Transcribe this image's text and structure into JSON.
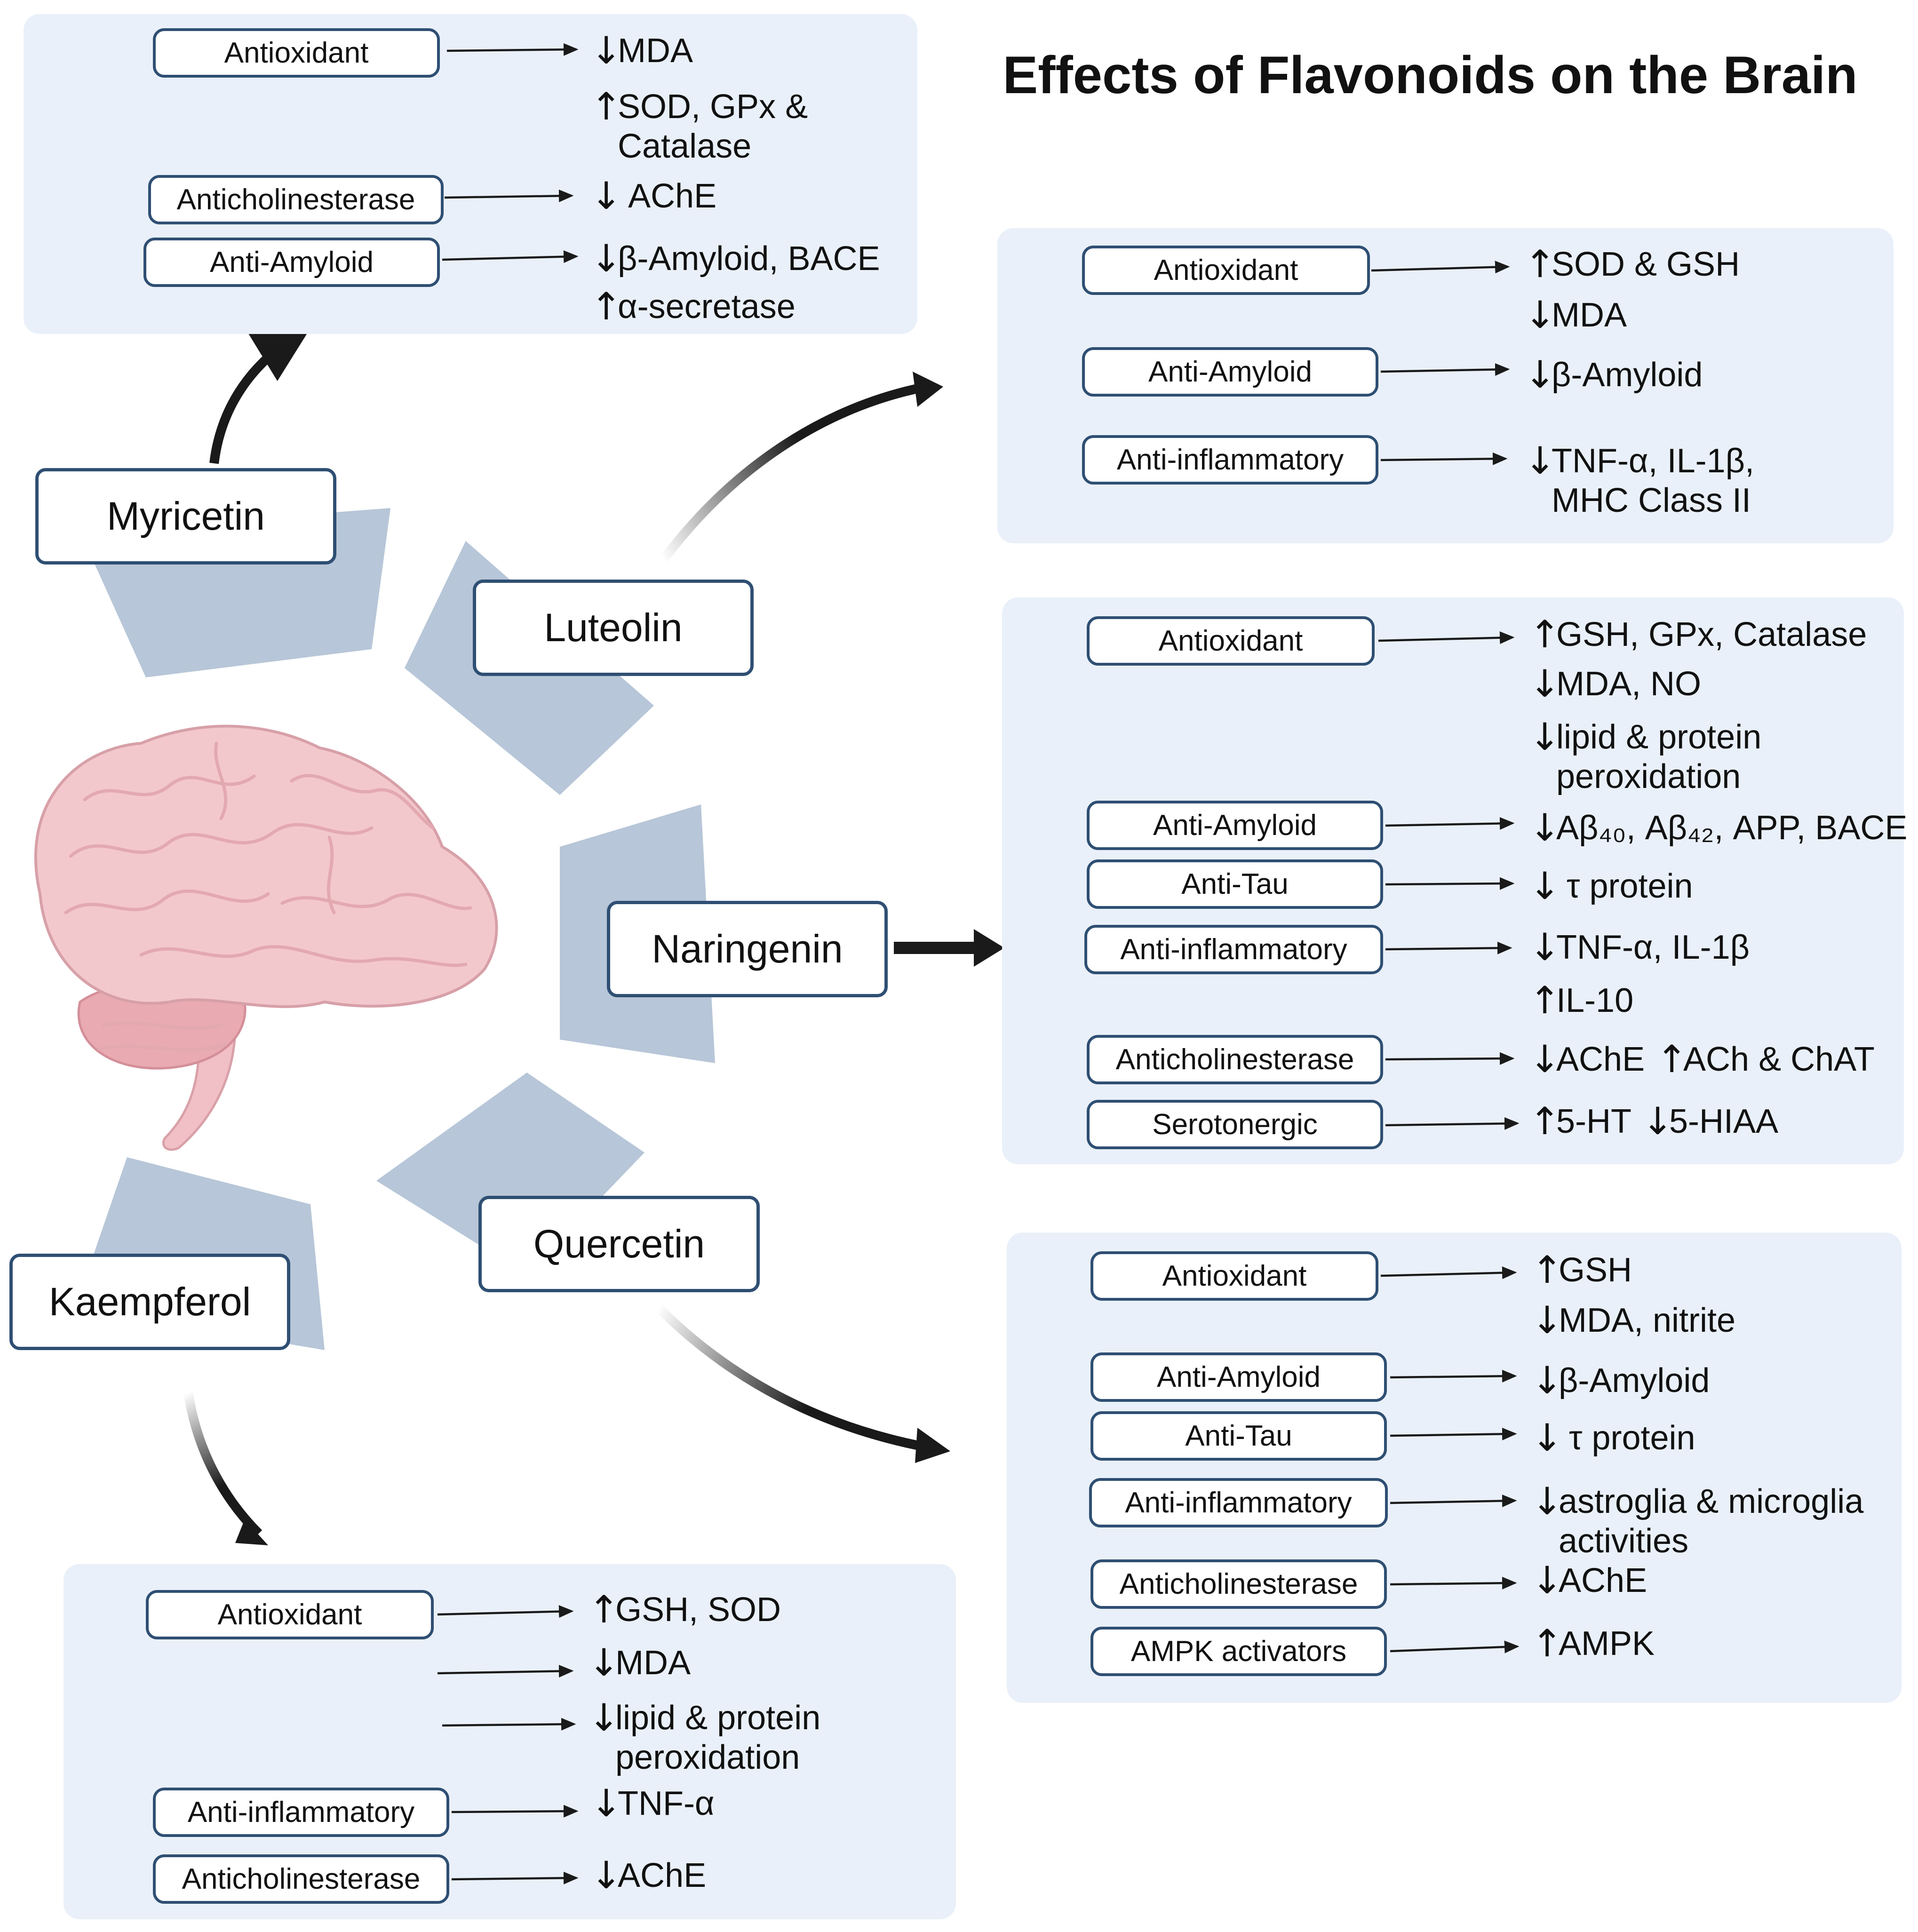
{
  "title": "Effects of Flavonoids on the Brain",
  "colors": {
    "panel": "#e9f0f9",
    "border": "#2f4f73",
    "ring": "#b7c6d8",
    "brain": "#f1c6ca",
    "arrow": "#1a1a1a"
  },
  "flavonoids": {
    "myricetin": {
      "name": "Myricetin",
      "labels": [
        "Antioxidant",
        "Anticholinesterase",
        "Anti-Amyloid"
      ],
      "effects": [
        {
          "sym": "↓",
          "text": "MDA"
        },
        {
          "sym": "↑",
          "text": "SOD, GPx &\nCatalase"
        },
        {
          "sym": "↓",
          "text": "AChE"
        },
        {
          "sym": "↓",
          "text": "β-Amyloid, BACE"
        },
        {
          "sym": "↑",
          "text": "α-secretase"
        }
      ]
    },
    "luteolin": {
      "name": "Luteolin",
      "labels": [
        "Antioxidant",
        "Anti-Amyloid",
        "Anti-inflammatory"
      ],
      "effects": [
        {
          "sym": "↑",
          "text": "SOD & GSH"
        },
        {
          "sym": "↓",
          "text": "MDA"
        },
        {
          "sym": "↓",
          "text": "β-Amyloid"
        },
        {
          "sym": "↓",
          "text": "TNF-α, IL-1β,\nMHC Class II"
        }
      ]
    },
    "naringenin": {
      "name": "Naringenin",
      "labels": [
        "Antioxidant",
        "Anti-Amyloid",
        "Anti-Tau",
        "Anti-inflammatory",
        "Anticholinesterase",
        "Serotonergic"
      ],
      "effects": [
        {
          "sym": "↑",
          "text": "GSH, GPx, Catalase"
        },
        {
          "sym": "↓",
          "text": "MDA, NO"
        },
        {
          "sym": "↓",
          "text": "lipid & protein\nperoxidation"
        },
        {
          "sym": "↓",
          "text": "Aβ₄₀, Aβ₄₂, APP, BACE"
        },
        {
          "sym": "↓",
          "text": "τ protein"
        },
        {
          "sym": "↓",
          "text": "TNF-α, IL-1β"
        },
        {
          "sym": "↑",
          "text": "IL-10"
        },
        {
          "sym": "↓",
          "text": "AChE"
        },
        {
          "sym": "↑",
          "text": "ACh & ChAT"
        },
        {
          "sym": "↑",
          "text": "5-HT"
        },
        {
          "sym": "↓",
          "text": "5-HIAA"
        }
      ]
    },
    "quercetin": {
      "name": "Quercetin",
      "labels": [
        "Antioxidant",
        "Anti-Amyloid",
        "Anti-Tau",
        "Anti-inflammatory",
        "Anticholinesterase",
        "AMPK activators"
      ],
      "effects": [
        {
          "sym": "↑",
          "text": "GSH"
        },
        {
          "sym": "↓",
          "text": "MDA, nitrite"
        },
        {
          "sym": "↓",
          "text": "β-Amyloid"
        },
        {
          "sym": "↓",
          "text": "τ protein"
        },
        {
          "sym": "↓",
          "text": "astroglia & microglia\nactivities"
        },
        {
          "sym": "↓",
          "text": "AChE"
        },
        {
          "sym": "↑",
          "text": "AMPK"
        }
      ]
    },
    "kaempferol": {
      "name": "Kaempferol",
      "labels": [
        "Antioxidant",
        "Anti-inflammatory",
        "Anticholinesterase"
      ],
      "effects": [
        {
          "sym": "↑",
          "text": "GSH, SOD"
        },
        {
          "sym": "↓",
          "text": "MDA"
        },
        {
          "sym": "↓",
          "text": "lipid & protein\nperoxidation"
        },
        {
          "sym": "↓",
          "text": "TNF-α"
        },
        {
          "sym": "↓",
          "text": "AChE"
        }
      ]
    }
  }
}
